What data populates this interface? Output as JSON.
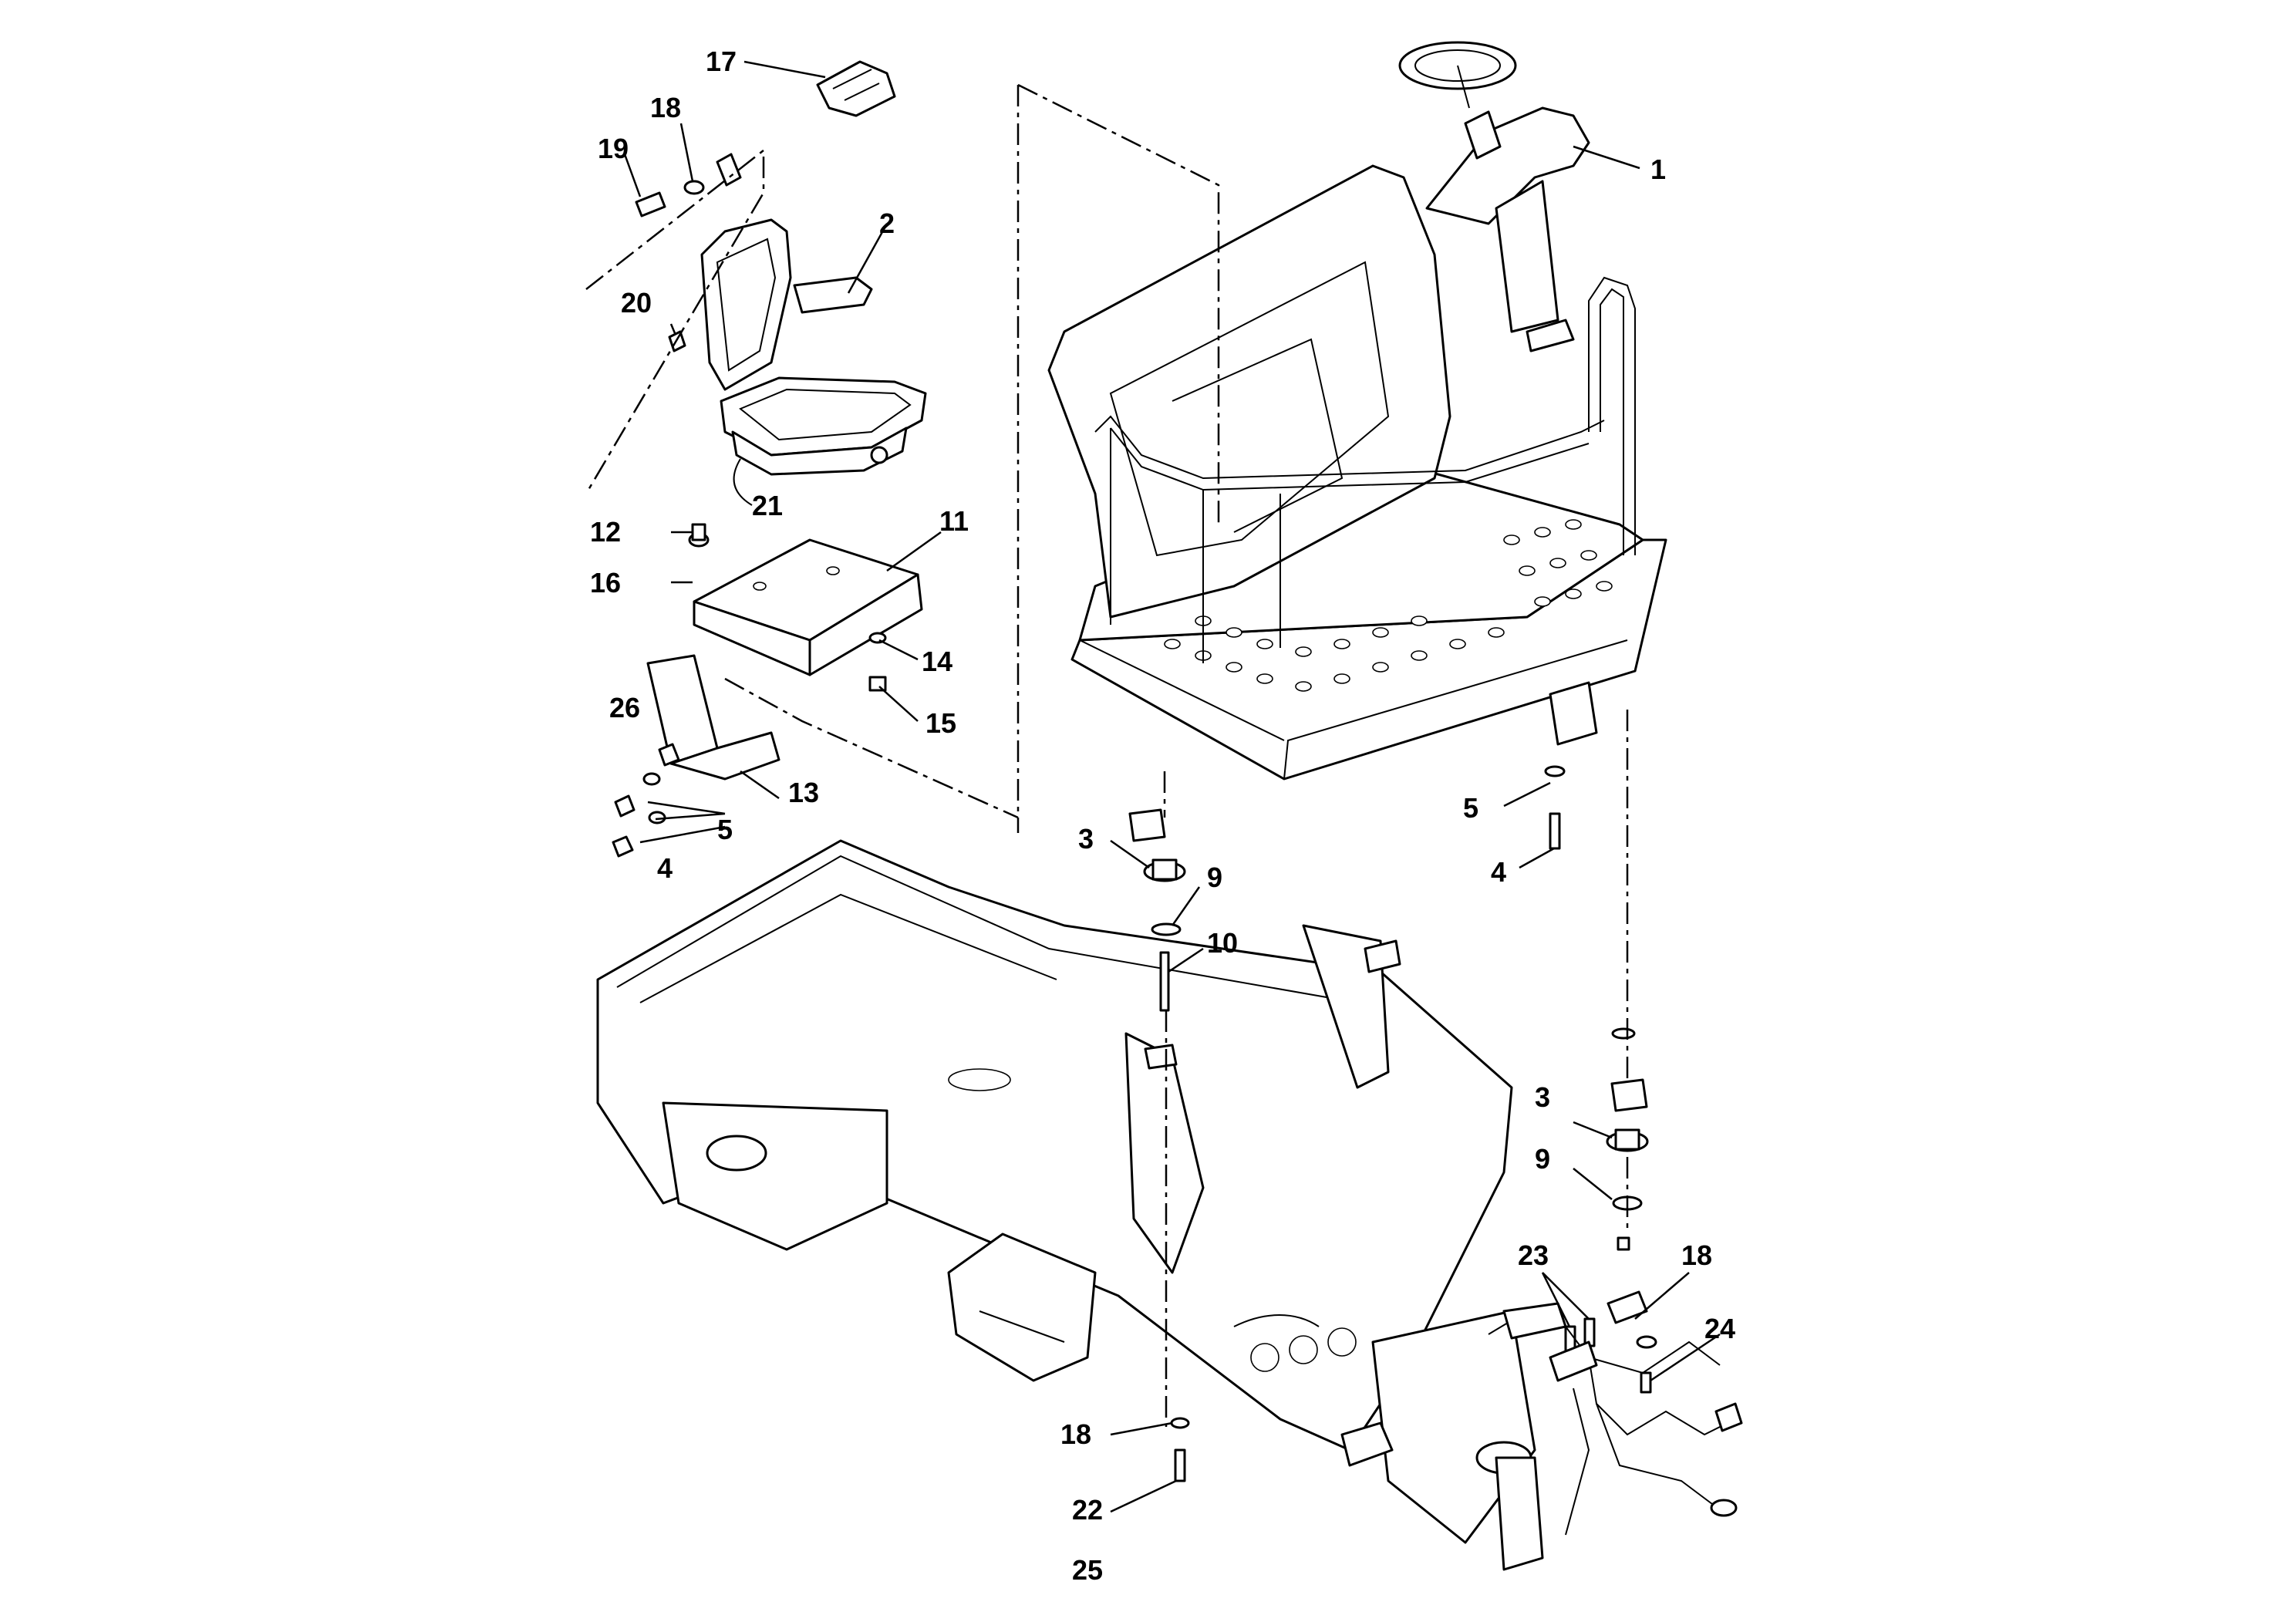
{
  "diagram": {
    "callouts": [
      {
        "id": "c1",
        "text": "1"
      },
      {
        "id": "c2",
        "text": "2"
      },
      {
        "id": "c3a",
        "text": "3"
      },
      {
        "id": "c3b",
        "text": "3"
      },
      {
        "id": "c4a",
        "text": "4"
      },
      {
        "id": "c4b",
        "text": "4"
      },
      {
        "id": "c5a",
        "text": "5"
      },
      {
        "id": "c5b",
        "text": "5"
      },
      {
        "id": "c9a",
        "text": "9"
      },
      {
        "id": "c9b",
        "text": "9"
      },
      {
        "id": "c10",
        "text": "10"
      },
      {
        "id": "c11",
        "text": "11"
      },
      {
        "id": "c12",
        "text": "12"
      },
      {
        "id": "c13",
        "text": "13"
      },
      {
        "id": "c14",
        "text": "14"
      },
      {
        "id": "c15",
        "text": "15"
      },
      {
        "id": "c16",
        "text": "16"
      },
      {
        "id": "c17",
        "text": "17"
      },
      {
        "id": "c18a",
        "text": "18"
      },
      {
        "id": "c18b",
        "text": "18"
      },
      {
        "id": "c18c",
        "text": "18"
      },
      {
        "id": "c19",
        "text": "19"
      },
      {
        "id": "c20",
        "text": "20"
      },
      {
        "id": "c21",
        "text": "21"
      },
      {
        "id": "c22",
        "text": "22"
      },
      {
        "id": "c23",
        "text": "23"
      },
      {
        "id": "c24",
        "text": "24"
      },
      {
        "id": "c25",
        "text": "25"
      },
      {
        "id": "c26",
        "text": "26"
      }
    ]
  }
}
